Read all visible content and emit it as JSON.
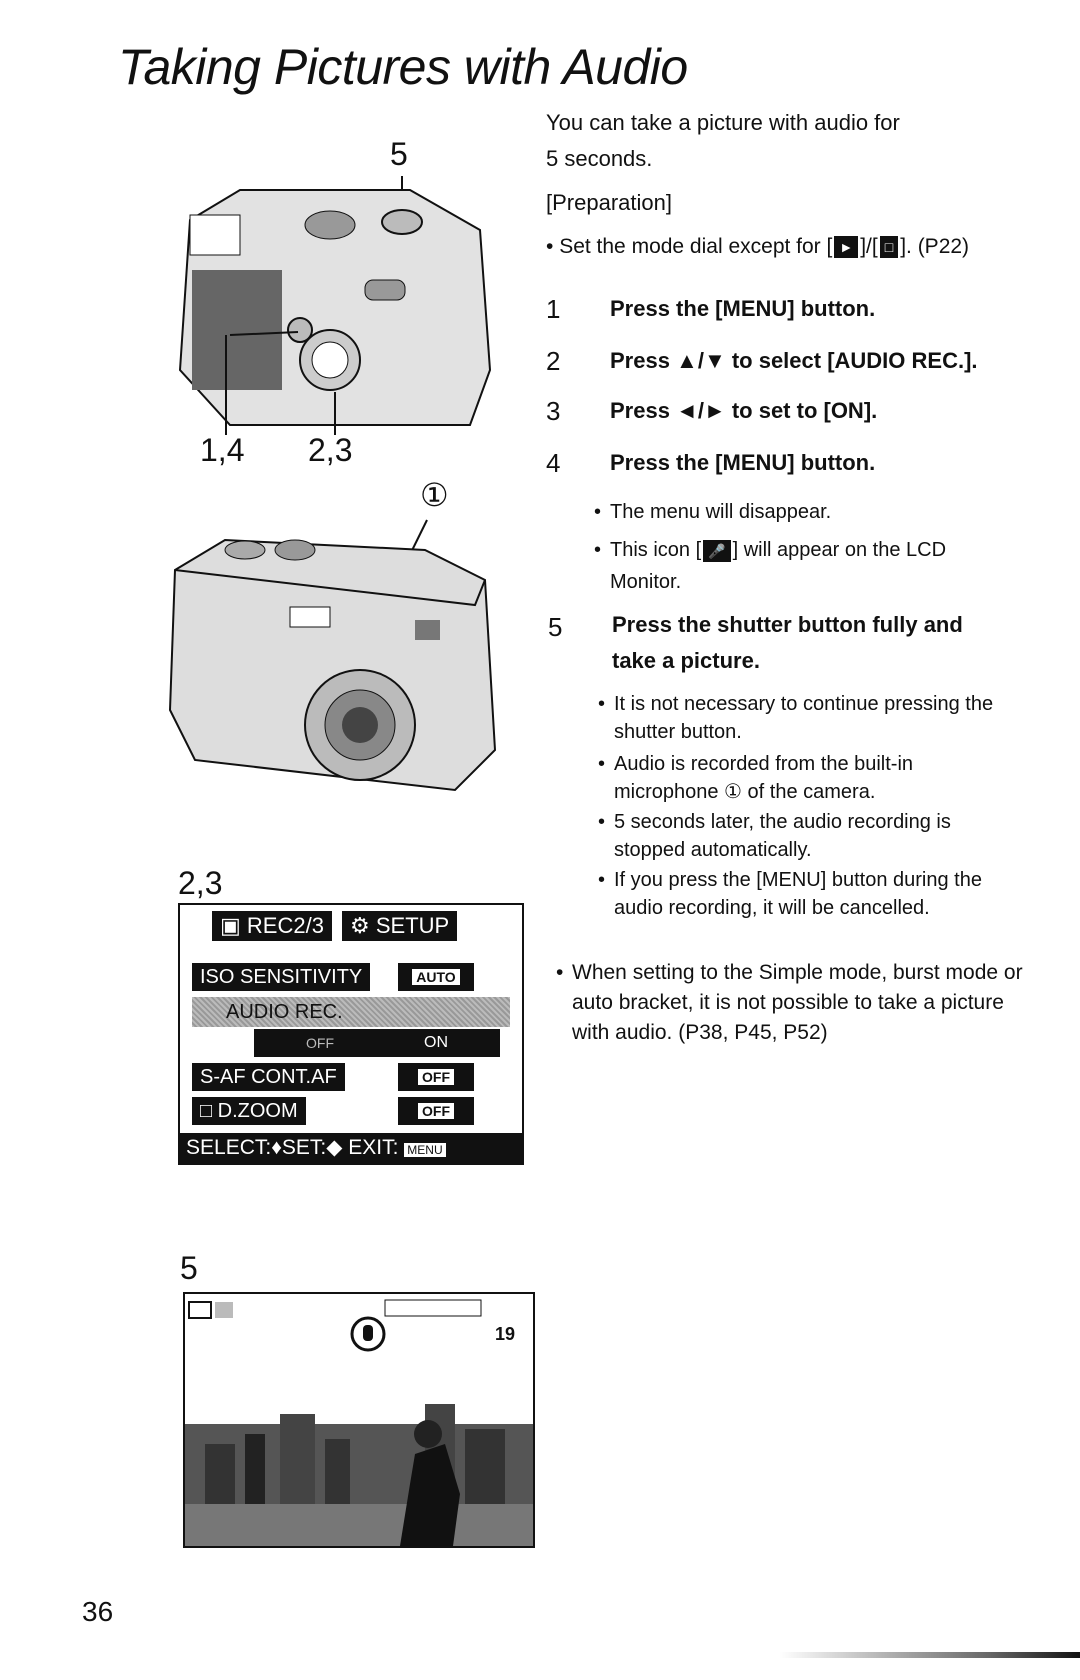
{
  "page": {
    "title": "Taking Pictures with Audio",
    "page_number": "36"
  },
  "intro": {
    "line1": "You can take a picture with audio for",
    "line2": "5 seconds.",
    "prep_label": "[Preparation]",
    "prep_bullet_pre": "Set the mode dial except for [",
    "prep_bullet_sep": "]/[",
    "prep_bullet_post": "]. (P22)"
  },
  "steps": [
    {
      "num": "1",
      "text": "Press the [MENU] button."
    },
    {
      "num": "2",
      "text": "Press ▲/▼ to select [AUDIO REC.]."
    },
    {
      "num": "3",
      "text": "Press ◄/► to set to [ON]."
    },
    {
      "num": "4",
      "text": "Press the [MENU] button."
    },
    {
      "num": "5",
      "text_line1": "Press the shutter button fully and",
      "text_line2": "take a picture."
    }
  ],
  "step4_bullets": {
    "b1": "The menu will disappear.",
    "b2_pre": "This icon [",
    "b2_post": "] will appear on the LCD",
    "b2_line2": "Monitor."
  },
  "step5_bullets": [
    {
      "l1": "It is not necessary to continue pressing the",
      "l2": "shutter button."
    },
    {
      "l1": "Audio is recorded from the built-in",
      "l2": "microphone ① of the camera."
    },
    {
      "l1": "5 seconds later, the audio recording is",
      "l2": "stopped automatically."
    },
    {
      "l1": "If you press the [MENU] button during the",
      "l2": "audio recording, it will be cancelled."
    }
  ],
  "note": {
    "l1": "When setting to the Simple mode, burst mode or",
    "l2": "auto bracket, it is not possible to take a picture",
    "l3": "with audio. (P38, P45, P52)"
  },
  "figure1": {
    "callout_top": "5",
    "callout_left": "1,4",
    "callout_right": "2,3"
  },
  "figure2": {
    "callout": "①"
  },
  "menu_screen": {
    "label": "2,3",
    "tab_rec": "REC2/3",
    "tab_setup": "SETUP",
    "row1_label": "ISO SENSITIVITY",
    "row1_value": "AUTO",
    "row2_label": "AUDIO REC.",
    "row2_off": "OFF",
    "row2_on": "ON",
    "row3_label": "S-AF CONT.AF",
    "row3_value": "OFF",
    "row4_label": "D.ZOOM",
    "row4_value": "OFF",
    "footer": "SELECT:♦SET:◆ EXIT:",
    "footer_key": "MENU"
  },
  "lcd_screen": {
    "label": "5",
    "count": "19"
  }
}
